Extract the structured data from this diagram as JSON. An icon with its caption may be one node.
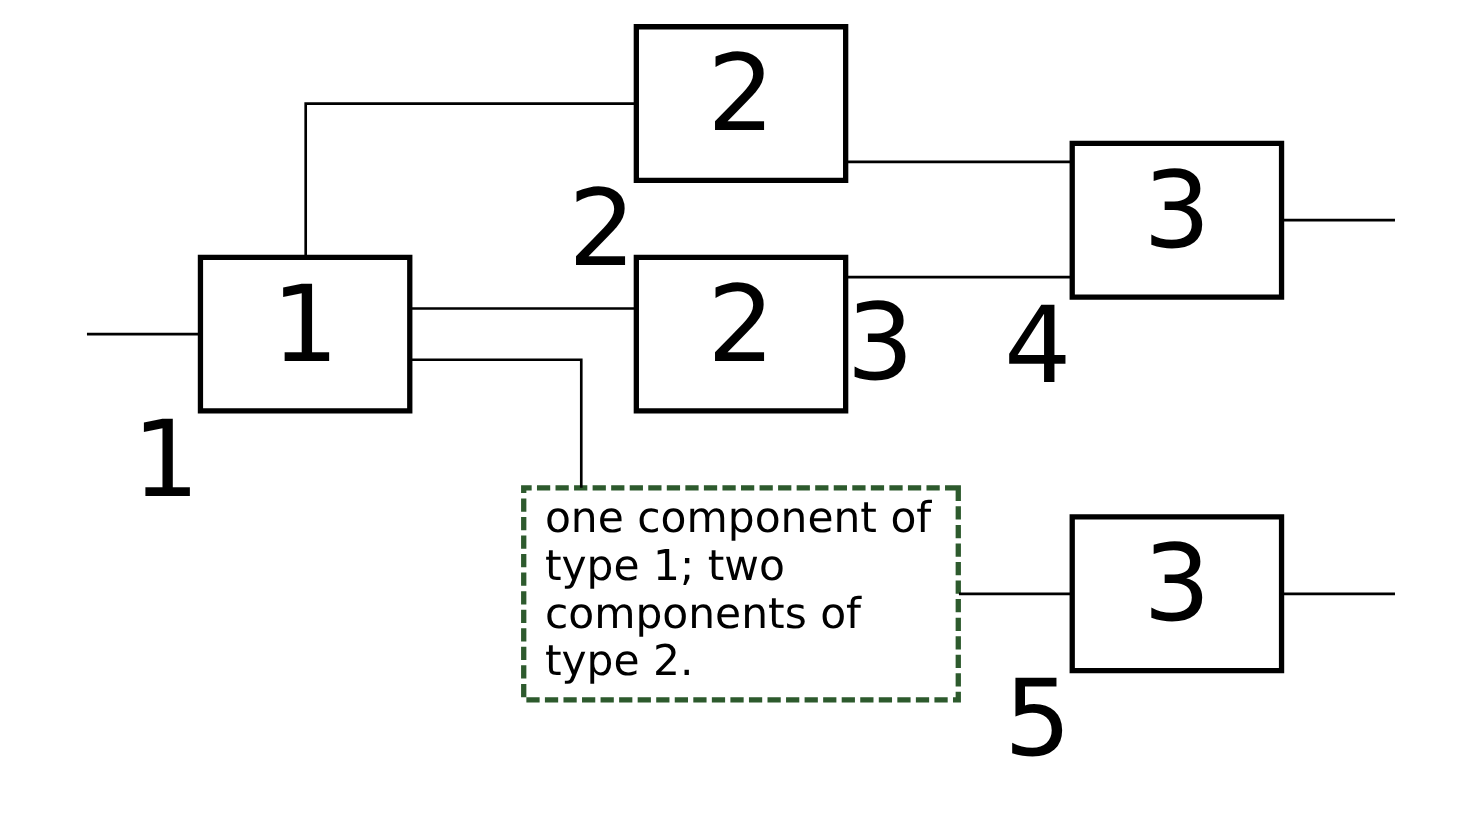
{
  "diagram": {
    "nodes": [
      {
        "text": [
          "1"
        ],
        "beside": [
          "1"
        ]
      },
      {
        "text": [
          "2"
        ],
        "beside": [
          "2"
        ]
      },
      {
        "text": [
          "2"
        ],
        "beside": [
          "3"
        ]
      },
      {
        "text": [
          "3"
        ],
        "beside": [
          "4"
        ]
      },
      {
        "text": [
          "one component of type 1; two components of type 2."
        ]
      },
      {
        "text": [
          "3"
        ],
        "beside": [
          "5"
        ]
      }
    ],
    "edges": [
      {
        "from": null,
        "to": 0,
        "arrow": "none"
      },
      {
        "from": 0,
        "to": 1,
        "arrow": "none"
      },
      {
        "from": 0,
        "to": 2,
        "arrow": "none"
      },
      {
        "from": 0,
        "to": 4,
        "arrow": "none"
      },
      {
        "from": 1,
        "to": 3,
        "arrow": "none"
      },
      {
        "from": 2,
        "to": 3,
        "arrow": "none"
      },
      {
        "from": 4,
        "to": 5,
        "arrow": "none"
      },
      {
        "from": 3,
        "to": null,
        "arrow": "none"
      },
      {
        "from": 5,
        "to": null,
        "arrow": "none"
      }
    ]
  }
}
